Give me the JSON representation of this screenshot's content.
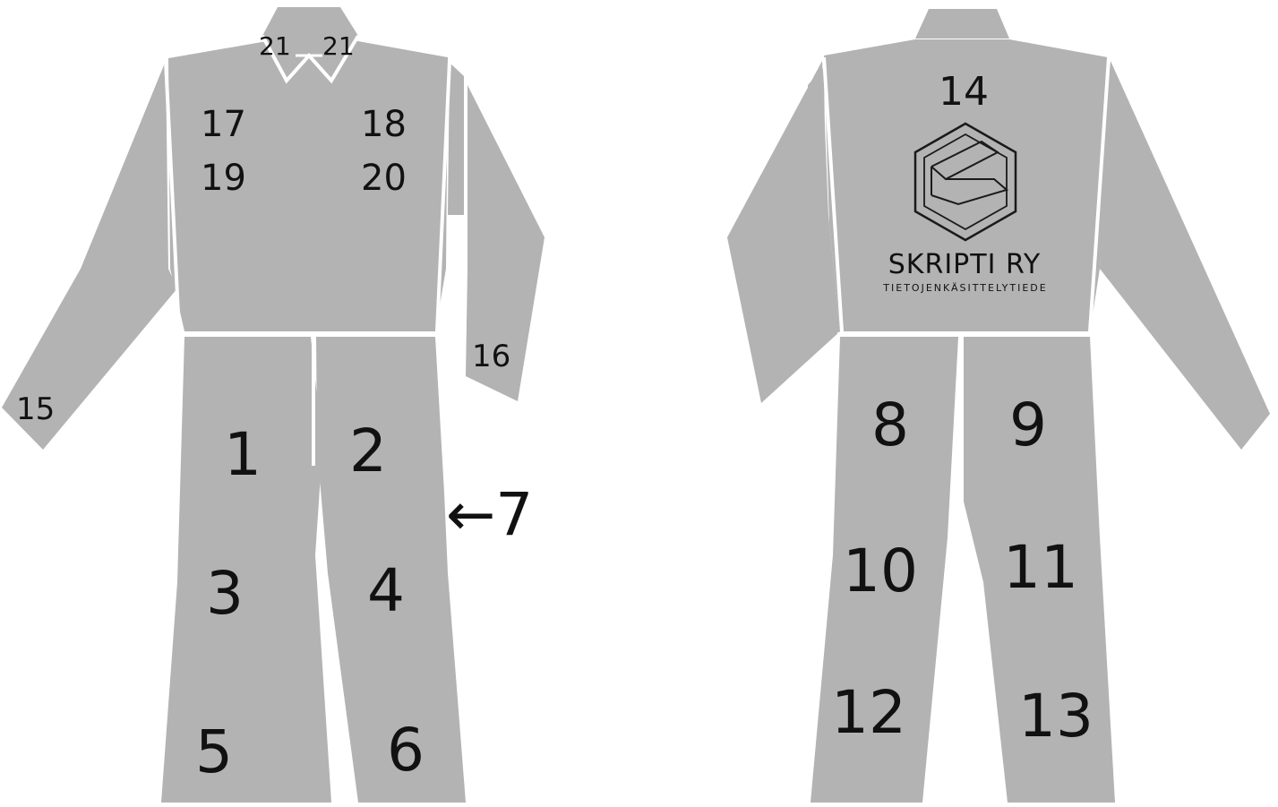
{
  "colors": {
    "fabric": "#b3b3b3",
    "seam": "#ffffff",
    "text": "#111111"
  },
  "front": {
    "collar_left": "21",
    "collar_right": "21",
    "chest_upper_left": "17",
    "chest_upper_right": "18",
    "chest_lower_left": "19",
    "chest_lower_right": "20",
    "left_sleeve": "15",
    "right_sleeve": "16",
    "leg_upper_left": "1",
    "leg_upper_right": "2",
    "leg_mid_left": "3",
    "leg_mid_right": "4",
    "leg_low_left": "5",
    "leg_low_right": "6",
    "side_arrow": "←7"
  },
  "back": {
    "back_upper": "14",
    "logo_name": "SKRIPTI RY",
    "logo_tagline": "TIETOJENKÄSITTELYTIEDE",
    "leg_upper_left": "8",
    "leg_upper_right": "9",
    "leg_mid_left": "10",
    "leg_mid_right": "11",
    "leg_low_left": "12",
    "leg_low_right": "13"
  }
}
